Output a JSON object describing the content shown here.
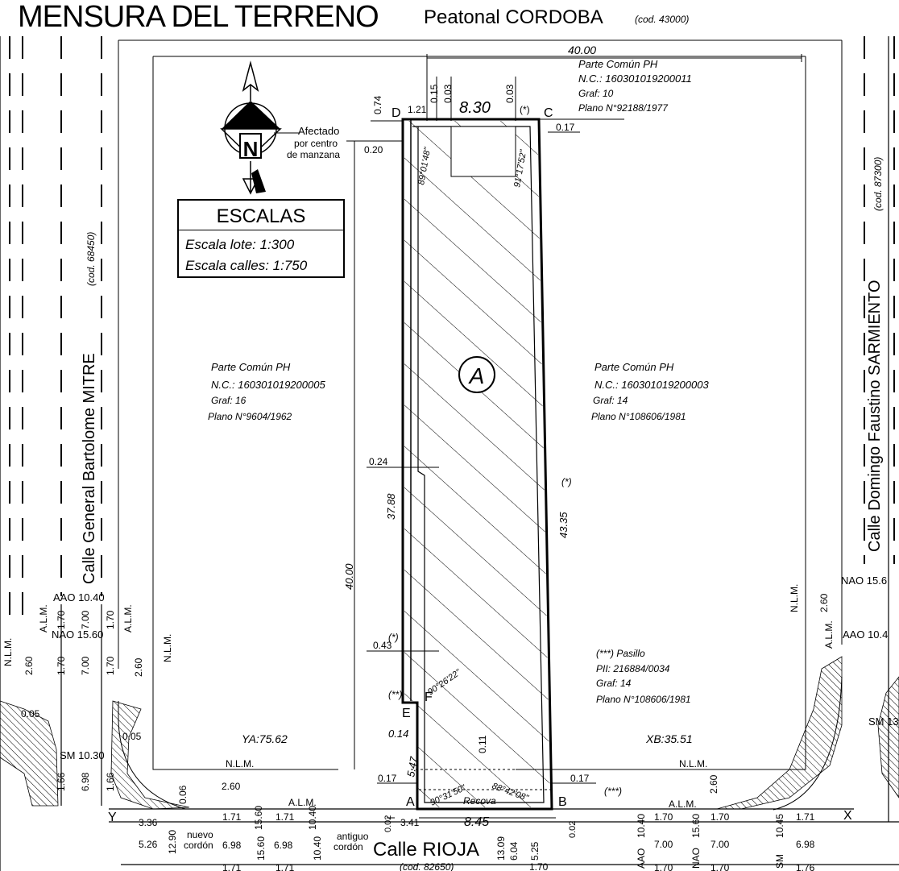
{
  "header": {
    "title": "MENSURA DEL TERRENO",
    "street": "Peatonal CORDOBA",
    "street_code": "(cod. 43000)"
  },
  "scales": {
    "title": "ESCALAS",
    "lot": "Escala lote: 1:300",
    "streets": "Escala calles: 1:750"
  },
  "compass": {
    "letter": "N",
    "note": [
      "Afectado",
      "por centro",
      "de manzana"
    ]
  },
  "streets": {
    "west": {
      "name": "Calle General Bartolome MITRE",
      "code": "(cod. 68450)"
    },
    "east": {
      "name": "Calle Domingo Faustino SARMIENTO",
      "code": "(cod. 87300)"
    },
    "south": {
      "name": "Calle RIOJA",
      "code": "(cod. 82650)"
    }
  },
  "parcels": {
    "north": {
      "l1": "Parte Común PH",
      "l2": "N.C.: 160301019200011",
      "l3": "Graf: 10",
      "l4": "Plano N°92188/1977"
    },
    "west": {
      "l1": "Parte Común PH",
      "l2": "N.C.: 160301019200005",
      "l3": "Graf: 16",
      "l4": "Plano N°9604/1962"
    },
    "east": {
      "l1": "Parte Común PH",
      "l2": "N.C.: 160301019200003",
      "l3": "Graf: 14",
      "l4": "Plano N°108606/1981"
    },
    "pasillo": {
      "l1": "(***) Pasillo",
      "l2": "PII: 216884/0034",
      "l3": "Graf: 14",
      "l4": "Plano N°108606/1981"
    }
  },
  "lot": {
    "label": "A",
    "corners": {
      "a": "A",
      "b": "B",
      "c": "C",
      "d": "D",
      "e": "E",
      "f": "F",
      "x": "X",
      "y": "Y"
    },
    "dims": {
      "top_total": "40.00",
      "top_front": "8.30",
      "bottom_front": "8.45",
      "left_total": "40.00",
      "left_side": "37.88",
      "right_side": "43.35",
      "d_121": "1.21",
      "d_015": "0.15",
      "d_003a": "0.03",
      "d_003b": "0.03",
      "d_074": "0.74",
      "d_020": "0.20",
      "d_017_top": "0.17",
      "d_024": "0.24",
      "d_043": "0.43",
      "d_014": "0.14",
      "d_547": "5.47",
      "d_011": "0.11",
      "d_017_bl": "0.17",
      "d_017_br": "0.17",
      "d_341": "3.41",
      "d_002a": "0.02",
      "d_002b": "0.02"
    },
    "angles": {
      "nw": "89°01'48\"",
      "ne": "91°17'52\"",
      "w": "90°26'22\"",
      "sw": "90°31'50\"",
      "se": "88°42'08\""
    },
    "marks": {
      "star_top": "(*)",
      "star_right": "(*)",
      "star_left": "(*)",
      "double_star": "(**)",
      "triple_star": "(***)",
      "recova": "Recova"
    },
    "ya": "YA:75.62",
    "xb": "XB:35.51",
    "nlm": "N.L.M.",
    "alm": "A.L.M."
  },
  "left_block": {
    "aao": "AAO 10.40",
    "nao": "NAO 15.60",
    "sm": "SM 10.30",
    "v170a": "1.70",
    "v700a": "7.00",
    "v170b": "1.70",
    "v170c": "1.70",
    "v700b": "7.00",
    "v170d": "1.70",
    "v260a": "2.60",
    "v260b": "2.60",
    "v005a": "0.05",
    "v005b": "0.05",
    "v166a": "1.66",
    "v698": "6.98",
    "v166b": "1.66",
    "v006": "0.06",
    "v260c": "2.60",
    "alm": "A.L.M.",
    "nlm": "N.L.M."
  },
  "bottom_row": {
    "v336": "3.36",
    "v171a": "1.71",
    "v1560a": "15.60",
    "v171b": "1.71",
    "v1040a": "10.40",
    "v526": "5.26",
    "v1290": "12.90",
    "nuevo": "nuevo",
    "cordon_a": "cordón",
    "v698a": "6.98",
    "aao1560a": "15.60",
    "v698b": "6.98",
    "aao1040": "10.40",
    "antiguo": "antiguo",
    "cordon_b": "cordón",
    "v171c": "1.71",
    "v171d": "1.71",
    "v1309": "13.09",
    "v604": "6.04",
    "v525": "5.25",
    "v170e": "1.70",
    "r170a": "1.70",
    "r1560": "15.60",
    "r170b": "1.70",
    "r1045": "10.45",
    "r171": "1.71",
    "r1040": "10.40",
    "r700a": "7.00",
    "r700b": "7.00",
    "r698": "6.98",
    "r170c": "1.70",
    "r170d": "1.70",
    "r176": "1.76",
    "nao": "NAO",
    "aao": "AAO",
    "sm": "SM"
  },
  "right_block": {
    "nao": "NAO 15.6",
    "aao": "AAO 10.4",
    "sm": "SM 13",
    "nlm": "N.L.M.",
    "alm": "A.L.M.",
    "v260a": "2.60",
    "v260b": "2.60"
  }
}
